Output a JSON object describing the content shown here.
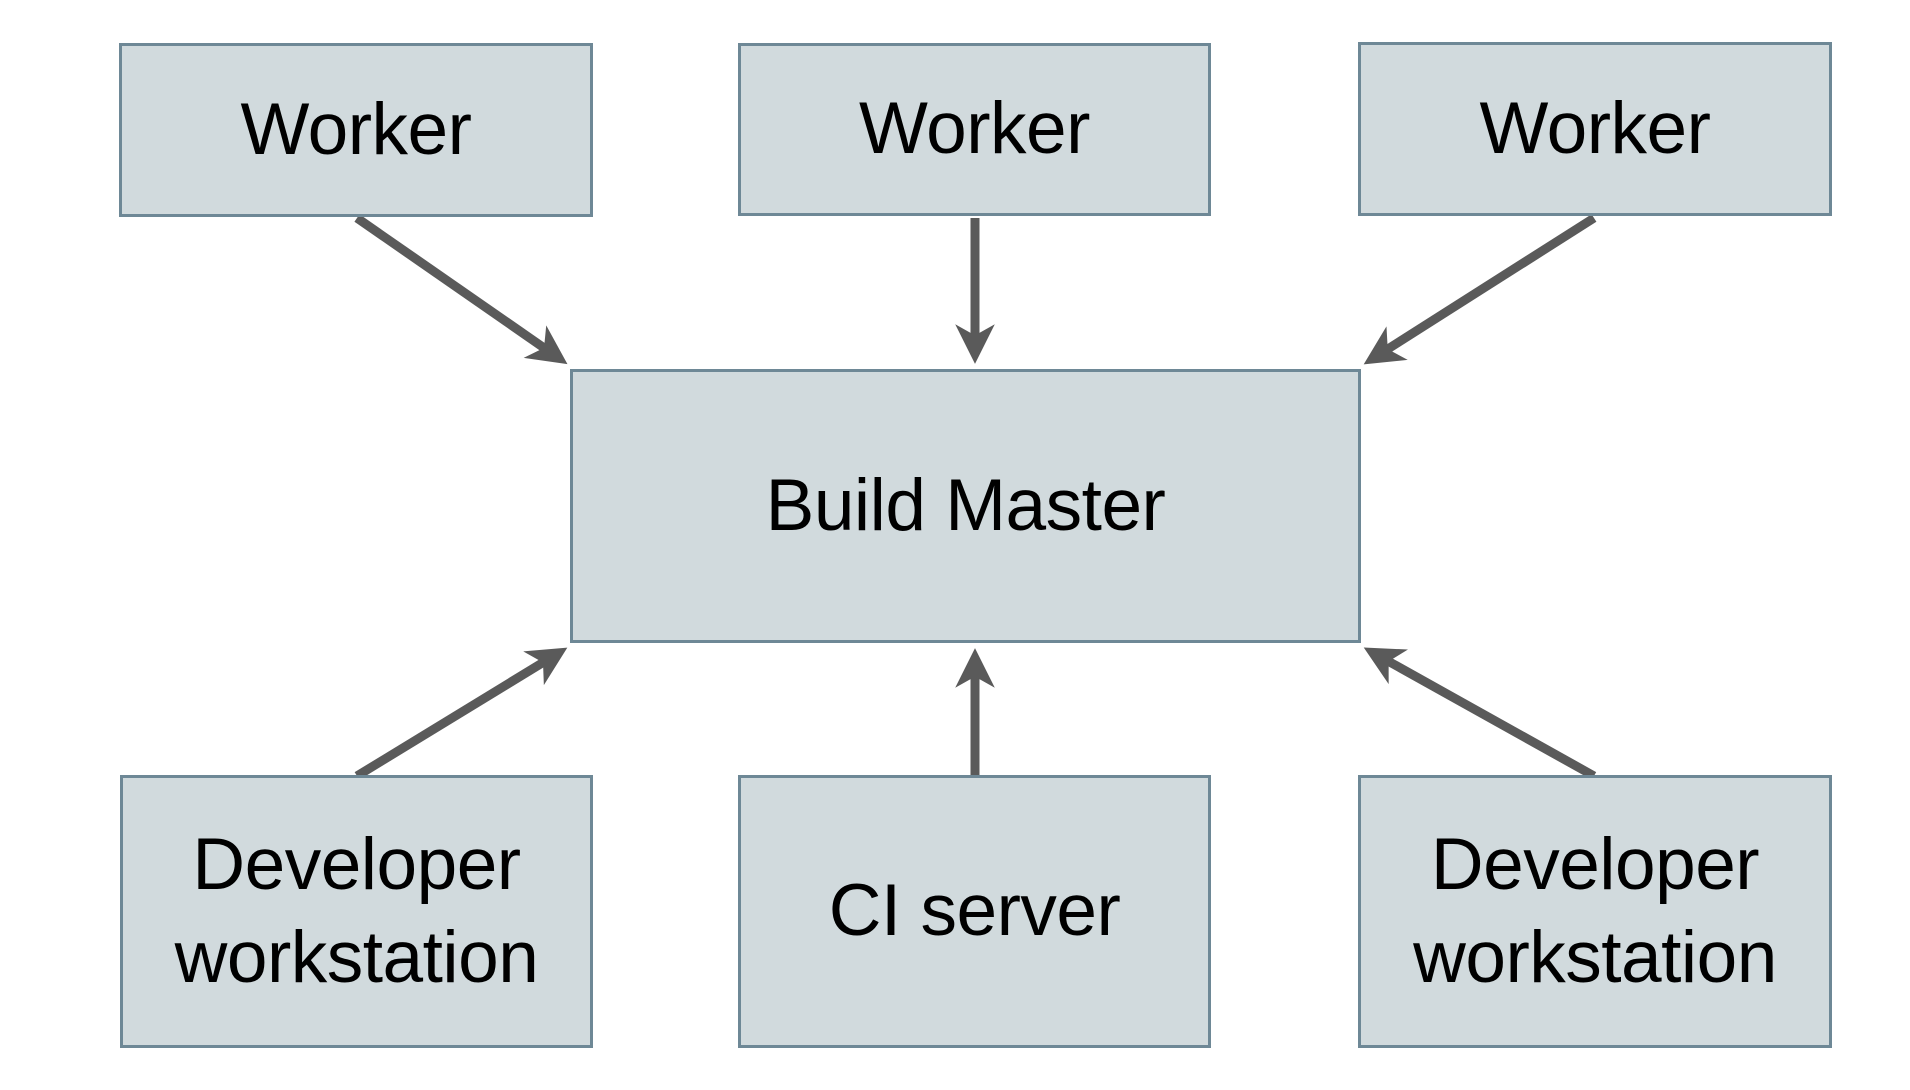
{
  "diagram": {
    "colors": {
      "background": "#ffffff",
      "box_fill": "#d1dadd",
      "box_border": "#6e8896",
      "arrow_color": "#5a5a5a",
      "text_color": "#000000"
    },
    "nodes": [
      {
        "id": "worker-1",
        "label": "Worker"
      },
      {
        "id": "worker-2",
        "label": "Worker"
      },
      {
        "id": "worker-3",
        "label": "Worker"
      },
      {
        "id": "build-master",
        "label": "Build Master"
      },
      {
        "id": "developer-workstation-1",
        "label": "Developer workstation"
      },
      {
        "id": "ci-server",
        "label": "CI server"
      },
      {
        "id": "developer-workstation-2",
        "label": "Developer workstation"
      }
    ],
    "edges": [
      {
        "from": "worker-1",
        "to": "build-master"
      },
      {
        "from": "worker-2",
        "to": "build-master"
      },
      {
        "from": "worker-3",
        "to": "build-master"
      },
      {
        "from": "developer-workstation-1",
        "to": "build-master"
      },
      {
        "from": "ci-server",
        "to": "build-master"
      },
      {
        "from": "developer-workstation-2",
        "to": "build-master"
      }
    ]
  }
}
